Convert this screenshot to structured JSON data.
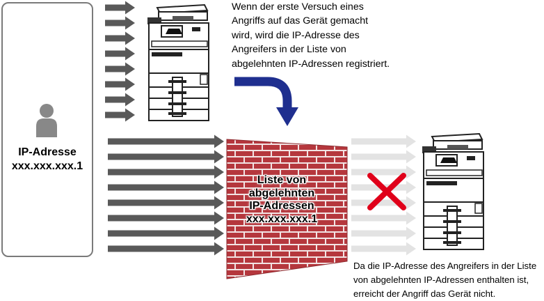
{
  "attacker": {
    "title": "IP-Adresse",
    "ip": "xxx.xxx.xxx.1",
    "icon": "person-icon"
  },
  "caption_top": [
    "Wenn der erste Versuch eines",
    "Angriffs auf das Gerät gemacht",
    "wird, wird die IP-Adresse des",
    "Angreifers in der Liste von",
    "abgelehnten IP-Adressen registriert."
  ],
  "wall": {
    "lines": [
      "Liste von",
      "abgelehnten",
      "IP-Adressen",
      "xxx.xxx.xxx.1"
    ]
  },
  "caption_bottom": [
    "Da die IP-Adresse des Angreifers in der Liste",
    "von abgelehnten IP-Adressen enthalten ist,",
    "erreicht der Angriff das Gerät nicht."
  ],
  "colors": {
    "arrow_dark": "#595959",
    "arrow_faded": "#e3e3e3",
    "brick": "#b5373d",
    "mortar": "#f2e4e4",
    "curved_arrow": "#1f2f8f",
    "block_x": "#e0001a"
  }
}
